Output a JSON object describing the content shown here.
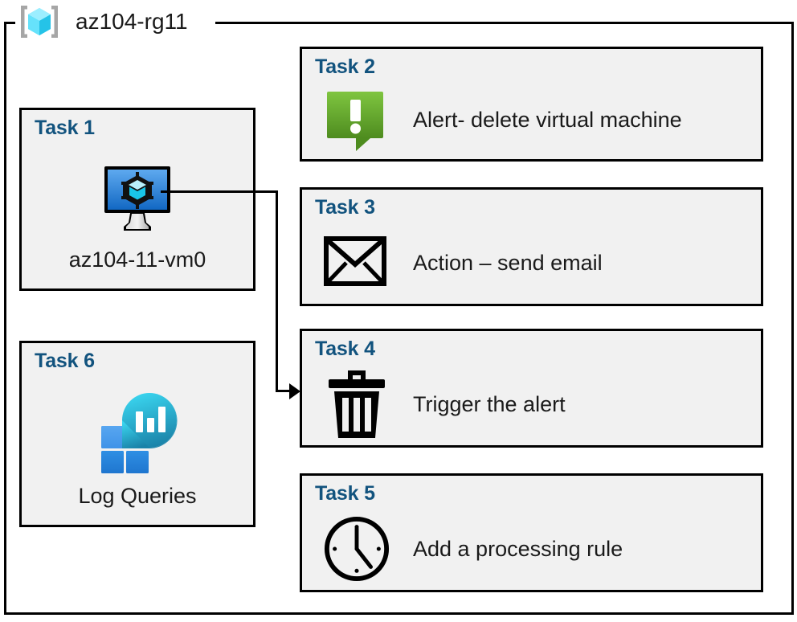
{
  "header": {
    "icon": "azure-resource-group-icon",
    "title": "az104-rg11"
  },
  "colors": {
    "task_title": "#12537e",
    "card_background": "#f1f1f1",
    "card_border": "#000000",
    "alert_green_light": "#7cc242",
    "alert_green_dark": "#4f8f20",
    "vm_blue_light": "#5ea9ef",
    "vm_blue_dark": "#1268c3",
    "log_cyan": "#32d0e8",
    "log_teal": "#1a82a8",
    "log_square_blue": "#2a8ae0",
    "rg_cube_cyan": "#7fe6fb"
  },
  "left_column": [
    {
      "title": "Task 1",
      "icon": "virtual-machine-icon",
      "label": "az104-11-vm0"
    },
    {
      "title": "Task 6",
      "icon": "log-analytics-icon",
      "label": "Log Queries"
    }
  ],
  "right_column": [
    {
      "title": "Task 2",
      "icon": "alert-exclamation-icon",
      "label": "Alert- delete virtual machine"
    },
    {
      "title": "Task 3",
      "icon": "envelope-icon",
      "label": "Action – send email"
    },
    {
      "title": "Task 4",
      "icon": "trash-can-icon",
      "label": "Trigger the alert"
    },
    {
      "title": "Task 5",
      "icon": "clock-icon",
      "label": "Add a processing rule"
    }
  ],
  "connector": {
    "from": "Task 1",
    "to": "Task 4",
    "arrow": "arrow-head-right"
  }
}
